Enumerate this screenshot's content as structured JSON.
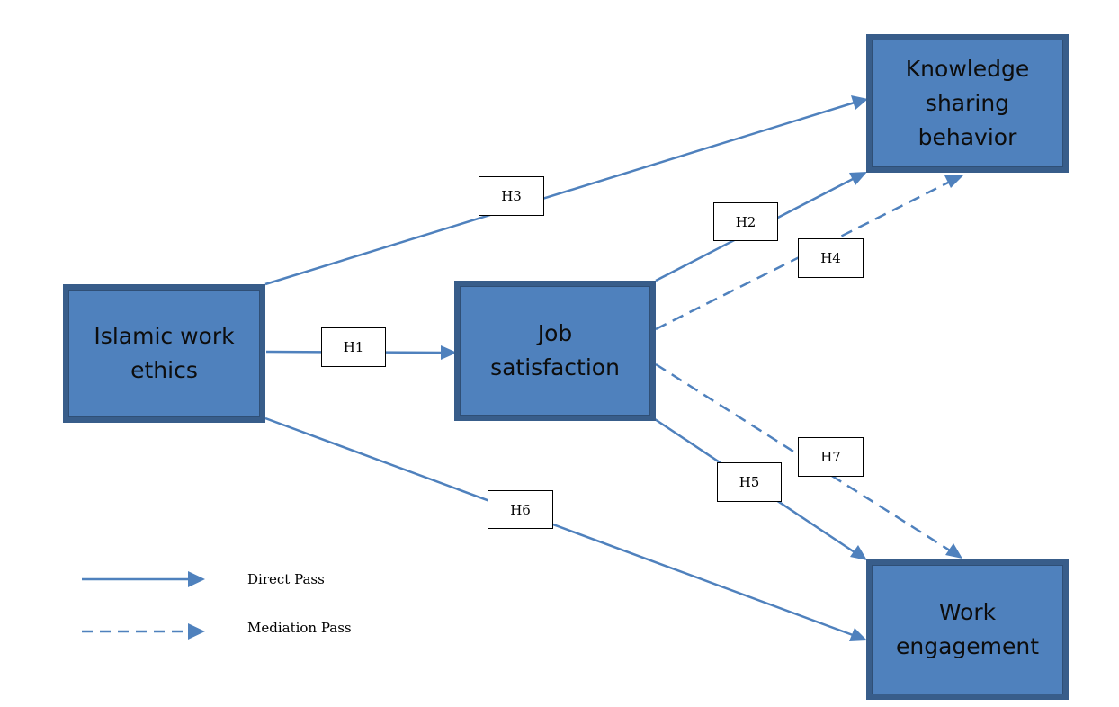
{
  "nodes": {
    "islamic_work_ethics": "Islamic work\nethics",
    "job_satisfaction": "Job\nsatisfaction",
    "knowledge_sharing_behavior": "Knowledge\nsharing\nbehavior",
    "work_engagement": "Work\nengagement"
  },
  "hypotheses": {
    "h1": "H1",
    "h2": "H2",
    "h3": "H3",
    "h4": "H4",
    "h5": "H5",
    "h6": "H6",
    "h7": "H7"
  },
  "legend": {
    "direct": "Direct Pass",
    "mediation": "Mediation Pass"
  },
  "colors": {
    "node_fill": "#4f81bd",
    "node_border": "#385d8a",
    "arrow": "#4f81bd"
  }
}
